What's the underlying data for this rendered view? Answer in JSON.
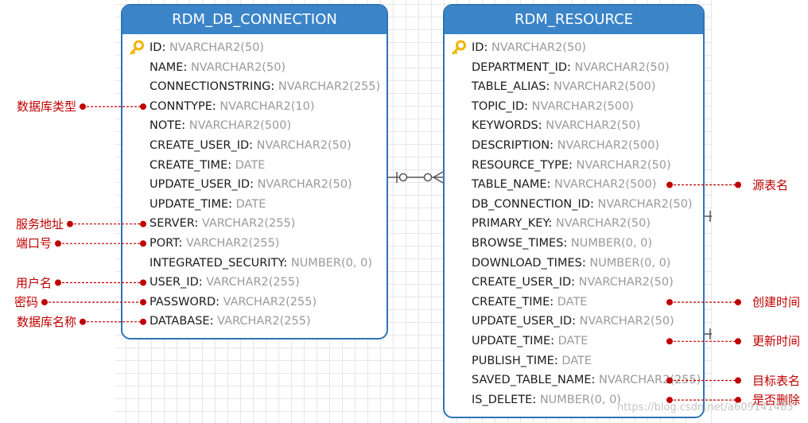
{
  "colors": {
    "header_bg": "#3b84c8",
    "border": "#2f74b5",
    "column_name": "#1b1b1b",
    "column_type": "#9a9a9a",
    "annotation": "#c00000",
    "key_icon": "#f0b400"
  },
  "tables": {
    "connection": {
      "title": "RDM_DB_CONNECTION",
      "columns": [
        {
          "name": "ID",
          "type": "NVARCHAR2(50)",
          "primary_key": true
        },
        {
          "name": "NAME",
          "type": "NVARCHAR2(50)"
        },
        {
          "name": "CONNECTIONSTRING",
          "type": "NVARCHAR2(255)"
        },
        {
          "name": "CONNTYPE",
          "type": "NVARCHAR2(10)"
        },
        {
          "name": "NOTE",
          "type": "NVARCHAR2(500)"
        },
        {
          "name": "CREATE_USER_ID",
          "type": "NVARCHAR2(50)"
        },
        {
          "name": "CREATE_TIME",
          "type": "DATE"
        },
        {
          "name": "UPDATE_USER_ID",
          "type": "NVARCHAR2(50)"
        },
        {
          "name": "UPDATE_TIME",
          "type": "DATE"
        },
        {
          "name": "SERVER",
          "type": "VARCHAR2(255)"
        },
        {
          "name": "PORT",
          "type": "VARCHAR2(255)"
        },
        {
          "name": "INTEGRATED_SECURITY",
          "type": "NUMBER(0, 0)"
        },
        {
          "name": "USER_ID",
          "type": "VARCHAR2(255)"
        },
        {
          "name": "PASSWORD",
          "type": "VARCHAR2(255)"
        },
        {
          "name": "DATABASE",
          "type": "VARCHAR2(255)"
        }
      ]
    },
    "resource": {
      "title": "RDM_RESOURCE",
      "columns": [
        {
          "name": "ID",
          "type": "NVARCHAR2(50)",
          "primary_key": true
        },
        {
          "name": "DEPARTMENT_ID",
          "type": "NVARCHAR2(50)"
        },
        {
          "name": "TABLE_ALIAS",
          "type": "NVARCHAR2(500)"
        },
        {
          "name": "TOPIC_ID",
          "type": "NVARCHAR2(500)"
        },
        {
          "name": "KEYWORDS",
          "type": "NVARCHAR2(50)"
        },
        {
          "name": "DESCRIPTION",
          "type": "NVARCHAR2(500)"
        },
        {
          "name": "RESOURCE_TYPE",
          "type": "NVARCHAR2(50)"
        },
        {
          "name": "TABLE_NAME",
          "type": "NVARCHAR2(500)"
        },
        {
          "name": "DB_CONNECTION_ID",
          "type": "NVARCHAR2(50)"
        },
        {
          "name": "PRIMARY_KEY",
          "type": "NVARCHAR2(50)"
        },
        {
          "name": "BROWSE_TIMES",
          "type": "NUMBER(0, 0)"
        },
        {
          "name": "DOWNLOAD_TIMES",
          "type": "NUMBER(0, 0)"
        },
        {
          "name": "CREATE_USER_ID",
          "type": "NVARCHAR2(50)"
        },
        {
          "name": "CREATE_TIME",
          "type": "DATE"
        },
        {
          "name": "UPDATE_USER_ID",
          "type": "NVARCHAR2(50)"
        },
        {
          "name": "UPDATE_TIME",
          "type": "DATE"
        },
        {
          "name": "PUBLISH_TIME",
          "type": "DATE"
        },
        {
          "name": "SAVED_TABLE_NAME",
          "type": "NVARCHAR2(255)"
        },
        {
          "name": "IS_DELETE",
          "type": "NUMBER(0, 0)"
        }
      ]
    }
  },
  "annotations": {
    "left": [
      {
        "label": "数据库类型",
        "column": "CONNTYPE"
      },
      {
        "label": "服务地址",
        "column": "SERVER"
      },
      {
        "label": "端口号",
        "column": "PORT"
      },
      {
        "label": "用户名",
        "column": "USER_ID"
      },
      {
        "label": "密码",
        "column": "PASSWORD"
      },
      {
        "label": "数据库名称",
        "column": "DATABASE"
      }
    ],
    "right": [
      {
        "label": "源表名",
        "column": "TABLE_NAME"
      },
      {
        "label": "创建时间",
        "column": "CREATE_TIME"
      },
      {
        "label": "更新时间",
        "column": "UPDATE_TIME"
      },
      {
        "label": "目标表名",
        "column": "SAVED_TABLE_NAME"
      },
      {
        "label": "是否删除",
        "column": "IS_DELETE"
      }
    ]
  },
  "relationship": {
    "from": "RDM_DB_CONNECTION",
    "to": "RDM_RESOURCE",
    "type": "one-to-many"
  },
  "watermark": "https://blog.csdn.net/a609141483"
}
